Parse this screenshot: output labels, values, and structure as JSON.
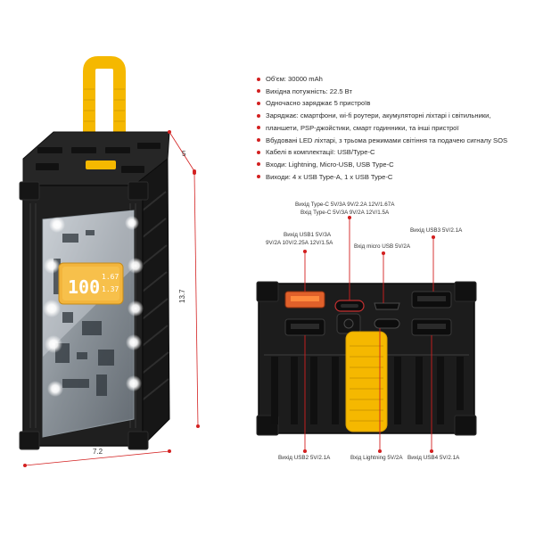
{
  "specs": [
    "Об'єм: 30000 mAh",
    "Вихідна потужність: 22.5 Вт",
    "Одночасно заряджає 5 пристроїв",
    "Заряджає: смартфони, wi-fi роутери, акумуляторні ліхтарі і світильники,",
    "планшети, PSP-джойстики, смарт годинники, та інші пристрої",
    "Вбудовані LED ліхтарі, з трьома режимами світіння та подачею сигналу SOS",
    "Кабелі в комплектації: USB/Type-C",
    "Входи: Lightning, Micro-USB, USB Type-C",
    "Виходи: 4 x USB Type-A, 1 x USB Type-C"
  ],
  "dimensions": {
    "depth": "5",
    "height": "13.7",
    "width": "7.2"
  },
  "display": {
    "percent": "100",
    "value_top": "1.67",
    "value_bottom": "1.37"
  },
  "ports": {
    "typec_out": "Вихід Type-C 5V/3A 9V/2.2A  12V/1.67A",
    "typec_in": "Вхід Type-C 5V/3A 9V/2A  12V/1.5A",
    "usb1_line1": "Вихід USB1 5V/3A",
    "usb1_line2": "9V/2A  10V/2.25A  12V/1.5A",
    "micro_in": "Вхід micro USB 5V/2A",
    "usb3": "Вихід USB3 5V/2.1A",
    "usb2": "Вихід USB2 5V/2.1A",
    "lightning_in": "Вхід Lightning 5V/2A",
    "usb4": "Вихід USB4 5V/2.1A"
  },
  "colors": {
    "accent": "#d32020",
    "strap": "#f5b800",
    "body": "#1b1b1b",
    "screen": "#f3b53c"
  }
}
